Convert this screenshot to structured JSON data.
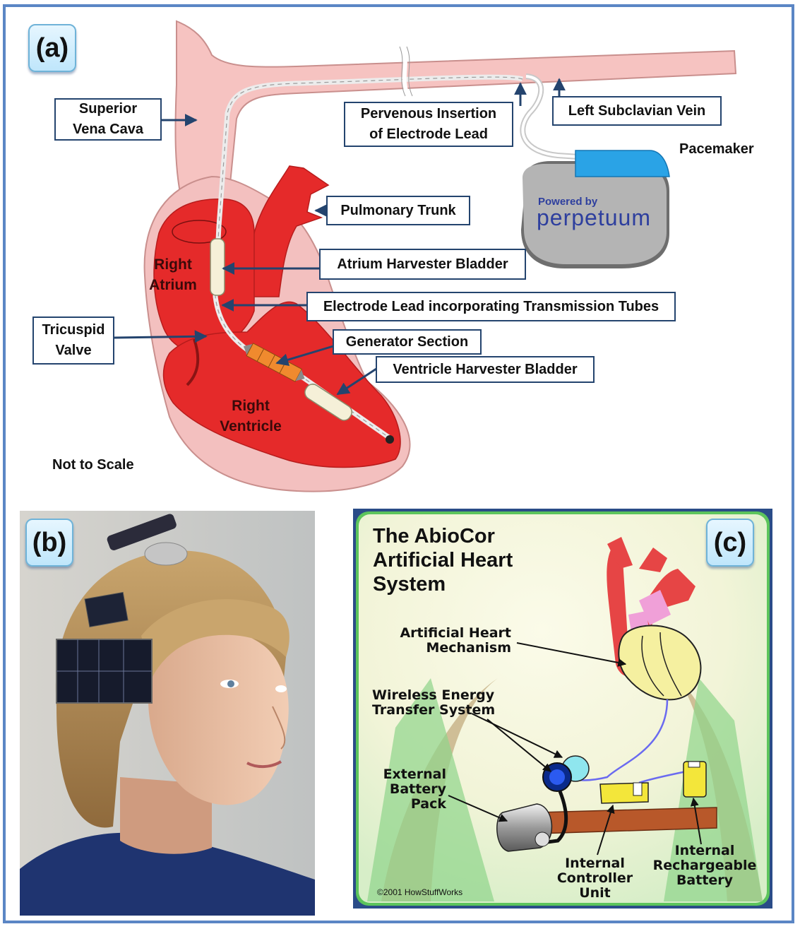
{
  "panels": {
    "a_tag": "(a)",
    "b_tag": "(b)",
    "c_tag": "(c)"
  },
  "panel_a": {
    "superior_vena_cava": "Superior\nVena Cava",
    "pervenous_insertion": "Pervenous Insertion\nof Electrode Lead",
    "left_subclavian_vein": "Left Subclavian Vein",
    "pacemaker": "Pacemaker",
    "pacemaker_logo_small": "Powered by",
    "pacemaker_logo_big": "perpetuum",
    "pulmonary_trunk": "Pulmonary Trunk",
    "right_atrium": "Right\nAtrium",
    "atrium_harvester": "Atrium Harvester Bladder",
    "electrode_lead": "Electrode Lead incorporating Transmission Tubes",
    "tricuspid_valve": "Tricuspid\nValve",
    "generator_section": "Generator Section",
    "ventricle_harvester": "Ventricle Harvester Bladder",
    "right_ventricle": "Right\nVentricle",
    "not_to_scale": "Not to Scale"
  },
  "panel_c": {
    "title": "The AbioCor\nArtificial Heart\nSystem",
    "mechanism": "Artificial Heart\nMechanism",
    "wireless": "Wireless Energy\nTransfer System",
    "external_battery": "External\nBattery\nPack",
    "controller": "Internal\nController\nUnit",
    "rechargeable": "Internal\nRechargeable\nBattery",
    "copyright": "©2001 HowStuffWorks"
  },
  "colors": {
    "frame": "#5b86c5",
    "label_border": "#24446e",
    "heart_red": "#ea2b2b",
    "vessel_pink": "#f6c3c1",
    "panel_c_green": "#5cc45c"
  }
}
